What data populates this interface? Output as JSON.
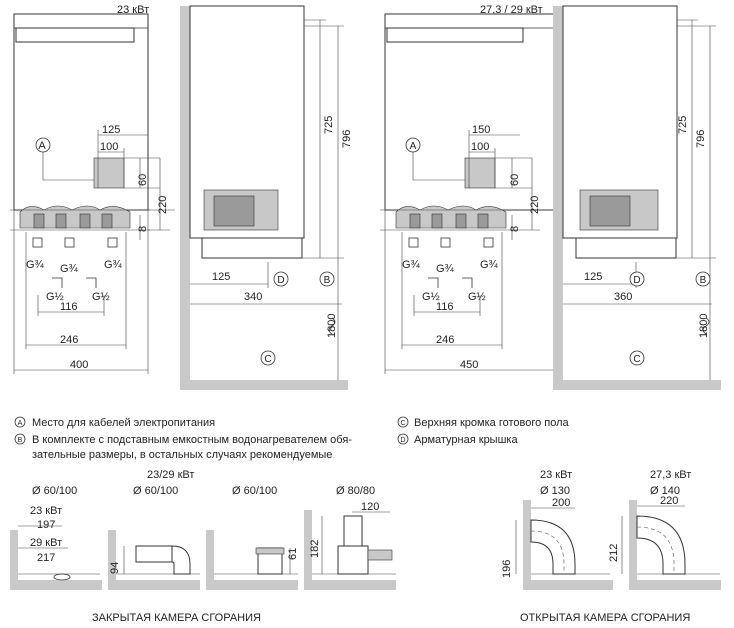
{
  "header": {
    "unit_left": "23 кВт",
    "unit_right": "27,3 / 29 кВт"
  },
  "dims": {
    "d125": "125",
    "d100": "100",
    "d150": "150",
    "d60": "60",
    "d220": "220",
    "d8": "8",
    "d116": "116",
    "d246": "246",
    "d400": "400",
    "d450": "450",
    "d725": "725",
    "d796": "796",
    "d1800": "1800",
    "d340": "340",
    "d360": "360"
  },
  "connections": {
    "g34": "G¾",
    "g12": "G½"
  },
  "markers": {
    "a": "A",
    "b": "B",
    "c": "C",
    "d": "D"
  },
  "legend": {
    "a": "Место для кабелей электропитания",
    "b_line1": "В комплекте с подставным емкостным водонагревателем обя-",
    "b_line2": "зательные размеры, в остальных случаях рекомендуемые",
    "c": "Верхняя кромка готового пола",
    "d": "Арматурная крышка"
  },
  "flue": {
    "hdr_2329": "23/29 кВт",
    "d60_100": "Ø 60/100",
    "d80_80": "Ø 80/80",
    "k23": "23 кВт",
    "k29": "29 кВт",
    "v197": "197",
    "v217": "217",
    "v94": "94",
    "v61": "61",
    "v182": "182",
    "v120": "120",
    "v23kw": "23 кВт",
    "v273kw": "27,3 кВт",
    "d130": "Ø 130",
    "d140": "Ø 140",
    "v200": "200",
    "v220": "220",
    "v196": "196",
    "v212": "212",
    "closed": "ЗАКРЫТАЯ КАМЕРА СГОРАНИЯ",
    "open": "ОТКРЫТАЯ КАМЕРА СГОРАНИЯ"
  }
}
